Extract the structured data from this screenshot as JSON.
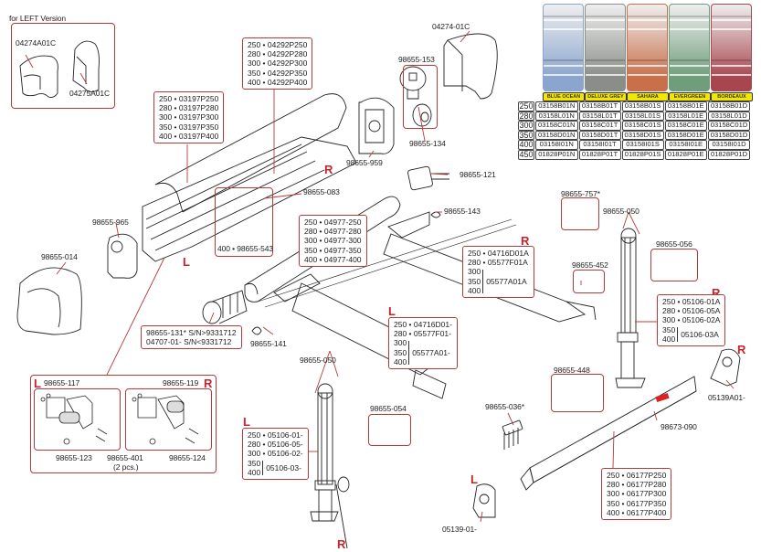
{
  "title": "Awning spare parts exploded diagram",
  "side_markers": {
    "left": "L",
    "right": "R"
  },
  "left_version": {
    "heading": "for LEFT Version",
    "parts": [
      "04274A01C",
      "04275A01C"
    ]
  },
  "fabric_colors": {
    "names": [
      "BLUE OCEAN",
      "DELUXE GREY",
      "SAHARA",
      "EVERGREEN",
      "BORDEAUX"
    ],
    "swatch_colors": [
      "#8aa6cf",
      "#8a8e88",
      "#c8704a",
      "#6f9e7c",
      "#a8464f"
    ],
    "rows": [
      {
        "size": "250",
        "codes": [
          "03158B01N",
          "03158B01T",
          "03158B01S",
          "03158B01E",
          "03158B01D"
        ]
      },
      {
        "size": "280",
        "codes": [
          "03158L01N",
          "03158L01T",
          "03158L01S",
          "03158L01E",
          "03158L01D"
        ]
      },
      {
        "size": "300",
        "codes": [
          "03158C01N",
          "03158C01T",
          "03158C01S",
          "03158C01E",
          "03158C01D"
        ]
      },
      {
        "size": "350",
        "codes": [
          "03158D01N",
          "03158D01T",
          "03158D01S",
          "03158D01E",
          "03158D01D"
        ]
      },
      {
        "size": "400",
        "codes": [
          "03158I01N",
          "03158I01T",
          "03158I01S",
          "03158I01E",
          "03158I01D"
        ]
      },
      {
        "size": "450",
        "codes": [
          "01828P01N",
          "01828P01T",
          "01828P01S",
          "01828P01E",
          "01828P01D"
        ]
      }
    ]
  },
  "boxes": {
    "cassette_cover": [
      "250 • 04292P250",
      "280 • 04292P280",
      "300 • 04292P300",
      "350 • 04292P350",
      "400 • 04292P400"
    ],
    "cassette_body": [
      "250 • 03197P250",
      "280 • 03197P280",
      "300 • 03197P300",
      "350 • 03197P350",
      "400 • 03197P400"
    ],
    "roller_tube": [
      "250 • 04977-250",
      "280 • 04977-280",
      "300 • 04977-300",
      "350 • 04977-350",
      "400 • 04977-400"
    ],
    "support_bracket": "400 • 98655-543",
    "arm_right": {
      "rows": [
        "250 • 04716D01A",
        "280 • 05577F01A"
      ],
      "group_sizes": [
        "300",
        "350",
        "400"
      ],
      "group_code": "05577A01A"
    },
    "arm_left": {
      "rows": [
        "250 • 04716D01-",
        "280 • 05577F01-"
      ],
      "group_sizes": [
        "300",
        "350",
        "400"
      ],
      "group_code": "05577A01-"
    },
    "leg_right": {
      "rows": [
        "250 • 05106-01A",
        "280 • 05106-05A",
        "300 • 05106-02A"
      ],
      "group_sizes": [
        "350",
        "400"
      ],
      "group_code": "05106-03A"
    },
    "leg_left": {
      "rows": [
        "250 • 05106-01-",
        "280 • 05106-05-",
        "300 • 05106-02-"
      ],
      "group_sizes": [
        "350",
        "400"
      ],
      "group_code": "05106-03-"
    },
    "spring_unit": [
      "98655-131* S/N>9331712",
      "04707-01-   S/N<9331712"
    ],
    "front_bar": [
      "250 • 06177P250",
      "280 • 06177P280",
      "300 • 06177P300",
      "350 • 06177P350",
      "400 • 06177P400"
    ],
    "end_caps": {
      "left_code": "98655-117",
      "right_code": "98655-119",
      "left_part": "98655-123",
      "mid_part": "98655-401",
      "mid_qty": "(2 pcs.)",
      "right_part": "98655-124"
    }
  },
  "part_labels": {
    "end_cover_right": "04274-01C",
    "gear_head": "98655-153",
    "gear_coupling": "98655-134",
    "end_bracket_right": "98655-959",
    "tube_bearing": "98655-083",
    "spring_drive": "98655-121",
    "arm_spring": "98655-143",
    "end_bracket_left": "98655-965",
    "end_cover_left": "98655-014",
    "arm_spring_left": "98655-141",
    "leg_screws_left": "98655-050",
    "leg_screws_right": "98655-050",
    "arm_lock": "98655-757*",
    "leg_clip_right": "98655-056",
    "bar_clip": "98655-452",
    "leg_clip_left": "98655-054",
    "lock_part": "98655-448",
    "strap": "98655-036*",
    "logo_plate": "98673-090",
    "foot_right": "05139A01-",
    "foot_left": "05139-01-"
  }
}
